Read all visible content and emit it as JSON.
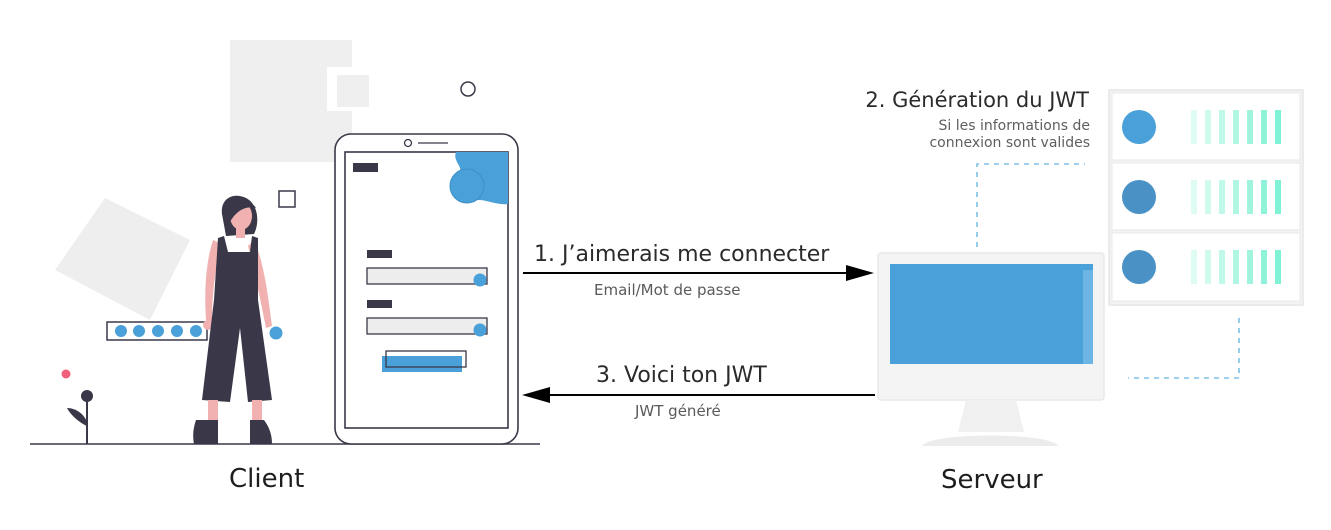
{
  "labels": {
    "client": "Client",
    "server": "Serveur"
  },
  "steps": {
    "request_title": "1. J’aimerais me connecter",
    "request_subtitle": "Email/Mot de passe",
    "generation_title": "2. Génération du JWT",
    "generation_note_line1": "Si les informations de",
    "generation_note_line2": "connexion sont valides",
    "response_title": "3. Voici ton JWT",
    "response_subtitle": "JWT généré"
  },
  "colors": {
    "accent": "#4aa0d8",
    "dark": "#3a3848",
    "skin": "#f2b1b1",
    "light_gray": "#ededed",
    "server_bar": "#7ff2d6",
    "pink_dot": "#f0607a"
  },
  "icons": {
    "password_field": "password-dots-icon",
    "phone": "smartphone-icon",
    "server_rack": "server-rack-icon",
    "monitor": "monitor-icon",
    "arrow_right": "arrow-right-icon",
    "arrow_left": "arrow-left-icon"
  }
}
